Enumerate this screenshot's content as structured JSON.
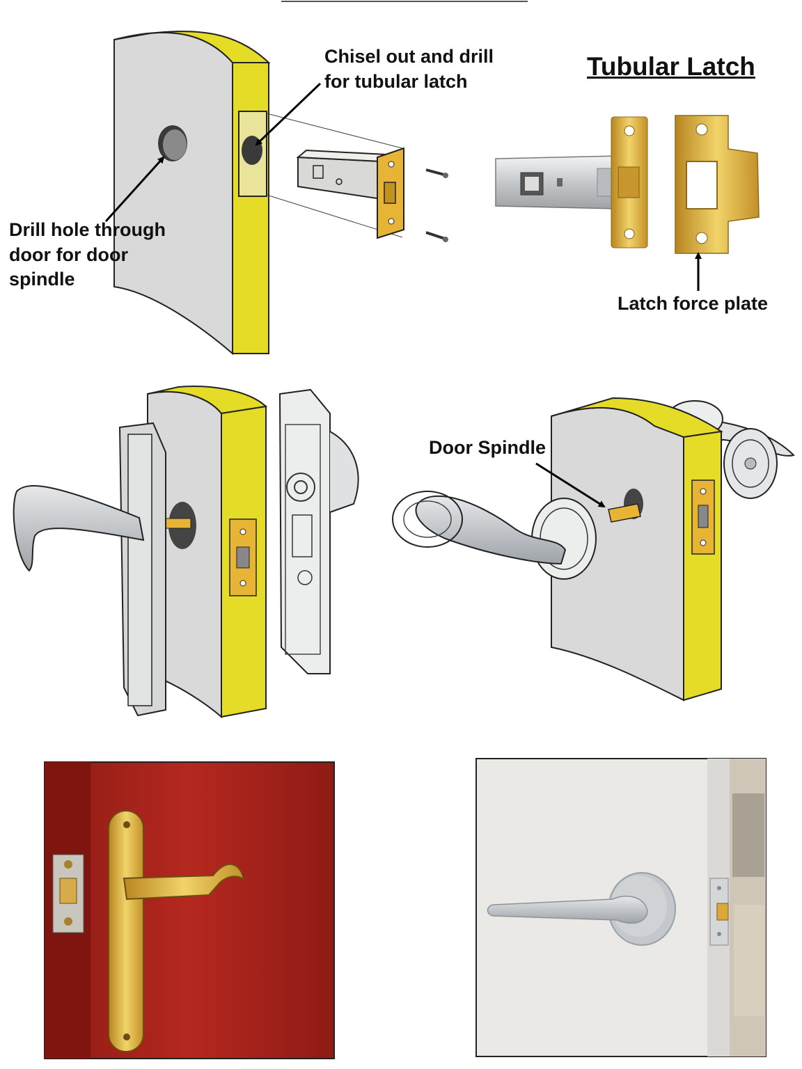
{
  "title": "Tubular Latch",
  "labels": {
    "chisel": "Chisel out and drill\nfor tubular latch",
    "drill_hole": "Drill hole through\ndoor for door\nspindle",
    "latch_force_plate": "Latch force plate",
    "door_spindle": "Door Spindle"
  },
  "colors": {
    "door_face": "#d8d9d8",
    "door_edge": "#e5dc28",
    "brass": "#d9a93a",
    "steel": "#cfd2d4",
    "red_door": "#a3221a",
    "white_door": "#ebe9e6"
  }
}
